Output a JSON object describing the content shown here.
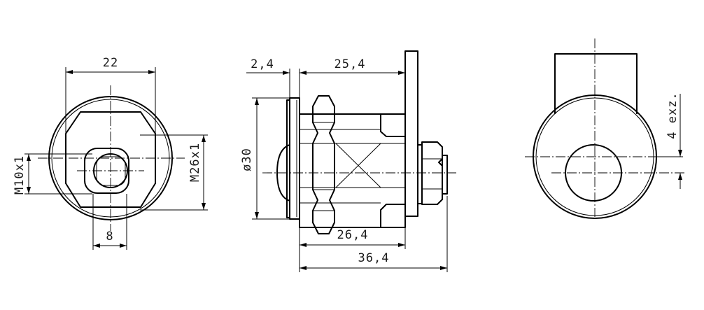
{
  "dimensions": {
    "front_width": "22",
    "front_thread": "M26x1",
    "front_bolt_thread": "M10x1",
    "front_bolt_width": "8",
    "side_body_length": "25,4",
    "side_flange": "2,4",
    "side_diameter": "ø30",
    "side_length_a": "26,4",
    "side_length_b": "36,4",
    "rear_eccentric": "4 exz."
  }
}
